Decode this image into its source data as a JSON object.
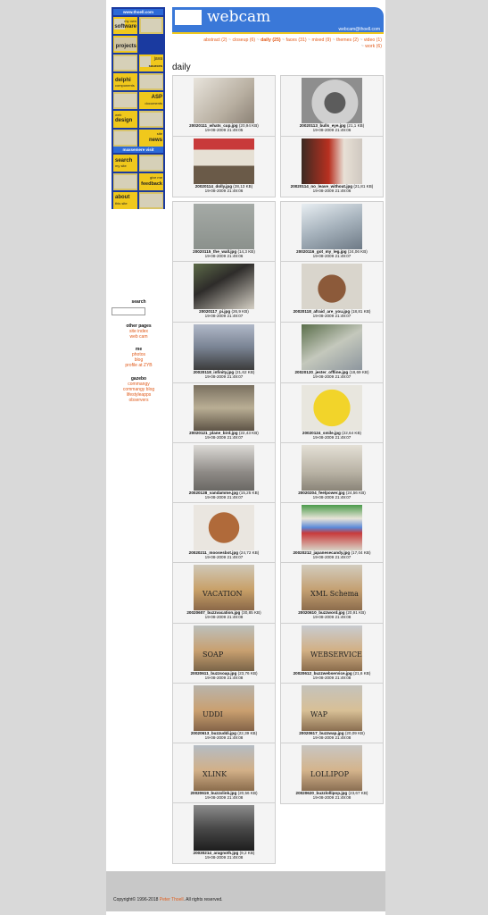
{
  "nav": {
    "header_top": "www.thoell.com",
    "header_mid": "maxsemere visit",
    "tiles": [
      {
        "small": "my own",
        "big": "software"
      },
      {
        "small": "",
        "big": "projects"
      },
      {
        "small": "java",
        "big": "sources"
      },
      {
        "small": "",
        "big": "delphi"
      },
      {
        "small": "ASP",
        "big": "documents"
      },
      {
        "small": "web",
        "big": "design"
      },
      {
        "small": "site",
        "big": "news"
      },
      {
        "small": "",
        "big": "search"
      },
      {
        "small": "give me",
        "big": "feedback"
      },
      {
        "small": "about",
        "big": "this site"
      }
    ]
  },
  "sidebar": {
    "search_label": "search",
    "other_pages_label": "other pages",
    "site_index": "site index",
    "web_cam": "web cam",
    "me_label": "me",
    "photos": "photos",
    "blog": "blog",
    "profile": "profile at ZYB",
    "gazebo_label": "gazebo",
    "commangy": "commangy",
    "commangy_blog": "commangy blog",
    "lifestyleapps": "lifestyleapps",
    "observers": "observers"
  },
  "banner": {
    "title": "webcam",
    "email": "webcam@thoell.com"
  },
  "categories": {
    "abstract": "abstract (2)",
    "closeup": "closeup (6)",
    "daily": "daily (25)",
    "faces": "faces (31)",
    "mixed": "mixed (9)",
    "themes": "themes (2)",
    "video": "video (1)",
    "work": "work (6)",
    "sep": "~"
  },
  "section_title": "daily",
  "photos": [
    {
      "name": "20020111_whats_cup.jpg",
      "size": "(20,94 KB)",
      "date": "19-08-2009 21:49:05"
    },
    {
      "name": "20020113_bulls_eye.jpg",
      "size": "(21,1 KB)",
      "date": "19-08-2009 21:49:06"
    },
    {
      "name": "20020114_dolly.jpg",
      "size": "(28,13 KB)",
      "date": "19-08-2009 21:49:06"
    },
    {
      "name": "20020114_no_leave_without.jpg",
      "size": "(21,81 KB)",
      "date": "19-08-2009 21:49:06"
    },
    {
      "name": "20020115_the_wall.jpg",
      "size": "(14,3 KB)",
      "date": "19-08-2009 21:49:06"
    },
    {
      "name": "20020116_got_my_leg.jpg",
      "size": "(24,06 KB)",
      "date": "19-08-2009 21:49:07"
    },
    {
      "name": "20020117_pi.jpg",
      "size": "(26,9 KB)",
      "date": "19-08-2009 21:49:07"
    },
    {
      "name": "20020118_afraid_are_you.jpg",
      "size": "(18,81 KB)",
      "date": "19-08-2009 21:49:07"
    },
    {
      "name": "20020118_infinity.jpg",
      "size": "(21,62 KB)",
      "date": "19-08-2009 21:49:07"
    },
    {
      "name": "20020120_jester_offline.jpg",
      "size": "(18,69 KB)",
      "date": "19-08-2009 21:49:07"
    },
    {
      "name": "20020121_plane_bird.jpg",
      "size": "(22,43 KB)",
      "date": "19-08-2009 21:49:07"
    },
    {
      "name": "20020124_smile.jpg",
      "size": "(22,64 KB)",
      "date": "19-08-2009 21:49:07"
    },
    {
      "name": "20020128_vandamme.jpg",
      "size": "(15,25 KB)",
      "date": "19-08-2009 21:49:07"
    },
    {
      "name": "20020204_feelpower.jpg",
      "size": "(24,56 KB)",
      "date": "19-08-2009 21:49:07"
    },
    {
      "name": "20020211_moosesbot.jpg",
      "size": "(24,72 KB)",
      "date": "19-08-2009 21:49:07"
    },
    {
      "name": "20020212_japanesecandy.jpg",
      "size": "(17,04 KB)",
      "date": "19-08-2009 21:49:07"
    },
    {
      "name": "20020607_buzzvacation.jpg",
      "size": "(30,85 KB)",
      "date": "19-08-2009 21:49:08",
      "sign": "VACATION"
    },
    {
      "name": "20020610_buzzword.jpg",
      "size": "(20,91 KB)",
      "date": "19-08-2009 21:49:08",
      "sign": "XML Schema"
    },
    {
      "name": "20020611_buzzsoap.jpg",
      "size": "(23,76 KB)",
      "date": "19-08-2009 21:49:08",
      "sign": "SOAP"
    },
    {
      "name": "20020612_buzzwebservice.jpg",
      "size": "(21,6 KB)",
      "date": "19-08-2009 21:49:08",
      "sign": "WEBSERVICE"
    },
    {
      "name": "20020613_buzzuddi.jpg",
      "size": "(22,39 KB)",
      "date": "19-08-2009 21:49:08",
      "sign": "UDDI"
    },
    {
      "name": "20020617_buzzwap.jpg",
      "size": "(20,09 KB)",
      "date": "19-08-2009 21:49:08",
      "sign": "WAP"
    },
    {
      "name": "20020619_buzzxlink.jpg",
      "size": "(20,56 KB)",
      "date": "19-08-2009 21:49:08",
      "sign": "XLINK"
    },
    {
      "name": "20020620_buzzlollipop.jpg",
      "size": "(23,67 KB)",
      "date": "19-08-2009 21:49:08",
      "sign": "LOLLIPOP"
    },
    {
      "name": "20030214_aragnoth.jpg",
      "size": "(9,2 KB)",
      "date": "19-08-2009 21:49:08"
    }
  ],
  "footer": {
    "prefix": "Copyright© 1996-2018",
    "author": "Peter Thoell",
    "suffix": ". All rights reserved."
  }
}
